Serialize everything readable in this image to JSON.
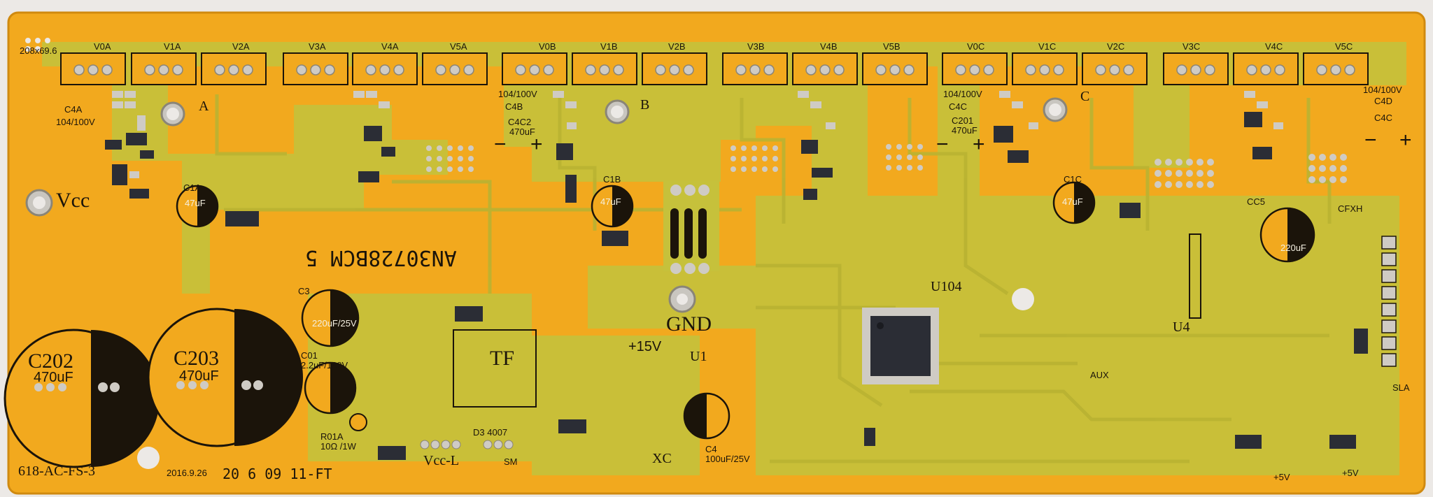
{
  "board": {
    "name": "618-AC-FS-3",
    "date": "2016.9.26",
    "stamp": "20 6 09 11-FT",
    "part_number": "AN30728BCM 5",
    "size_note": "208x69.6",
    "colors": {
      "board": "#f2a91e",
      "mask": "#c9c23a",
      "silk": "#1b140a",
      "pad": "#c9c6c0",
      "chip": "#2b2d35",
      "background": "#ece9e6"
    }
  },
  "labels": {
    "vcc": "Vcc",
    "gnd": "GND",
    "vcc_l": "Vcc-L",
    "u1": "U1",
    "u4": "U4",
    "u104": "U104",
    "tf": "TF",
    "xc": "XC",
    "aux": "AUX",
    "sla": "SLA",
    "plus15v": "+15V",
    "phase_a": "A",
    "phase_b": "B",
    "phase_c": "C",
    "sm": "SM",
    "cfxh": "CFXH",
    "d3": "D3 4007",
    "plus5v_1": "+5V",
    "plus5v_2": "+5V"
  },
  "connectors": [
    "V0A",
    "V1A",
    "V2A",
    "V3A",
    "V4A",
    "V5A",
    "V0B",
    "V1B",
    "V2B",
    "V3B",
    "V4B",
    "V5B",
    "V0C",
    "V1C",
    "V2C",
    "V3C",
    "V4C",
    "V5C"
  ],
  "capacitors": {
    "c202": {
      "name": "C202",
      "value": "470uF"
    },
    "c203": {
      "name": "C203",
      "value": "470uF"
    },
    "c1a": {
      "name": "C1A",
      "value": "47uF"
    },
    "c1b": {
      "name": "C1B",
      "value": "47uF"
    },
    "c1c": {
      "name": "C1C",
      "value": "47uF"
    },
    "c3": {
      "name": "C3",
      "value": "220uF/25V"
    },
    "c01": {
      "name": "C01",
      "value": "2.2uF/160V"
    },
    "c4": {
      "name": "C4",
      "value": "100uF/25V"
    },
    "cc5": {
      "name": "CC5",
      "value": "220uF"
    },
    "c4a": {
      "name": "C4A",
      "value": "104/100V"
    },
    "c4b": {
      "name": "C4B",
      "value": "104/100V"
    },
    "c4c2": {
      "name": "C4C2",
      "value": "470uF"
    },
    "c4c": {
      "name": "C4C",
      "value": "104/100V"
    },
    "c201": {
      "name": "C201",
      "value": "470uF"
    },
    "c4d": {
      "name": "C4D",
      "value": "104/100V"
    },
    "c4c_r": {
      "name": "C4C"
    }
  },
  "resistors": {
    "r01a": {
      "name": "R01A",
      "value": "10Ω /1W"
    }
  },
  "signs": {
    "minus": "−",
    "plus": "+"
  }
}
